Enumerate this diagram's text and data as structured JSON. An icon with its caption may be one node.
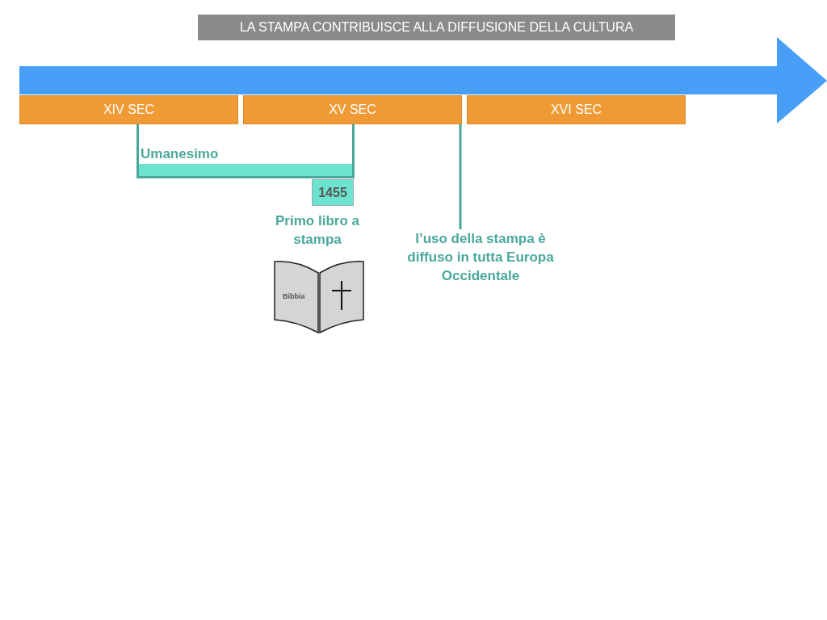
{
  "diagram": {
    "title": "LA STAMPA CONTRIBUISCE ALLA DIFFUSIONE DELLA CULTURA",
    "nodes": [
      {
        "text": [
          "XIV SEC"
        ]
      },
      {
        "text": [
          "XV SEC"
        ]
      },
      {
        "text": [
          "XVI SEC"
        ]
      },
      {
        "text": [
          "Umanesimo"
        ]
      },
      {
        "text": [
          "1455"
        ]
      },
      {
        "text": [
          "Primo libro a stampa"
        ]
      },
      {
        "text": [
          "l’uso della stampa è diffuso in tutta Europa Occidentale"
        ]
      },
      {
        "text": [
          "Bibbia"
        ]
      }
    ],
    "edges": [
      {
        "from": 1,
        "to": 6,
        "arrow": "none"
      }
    ]
  }
}
